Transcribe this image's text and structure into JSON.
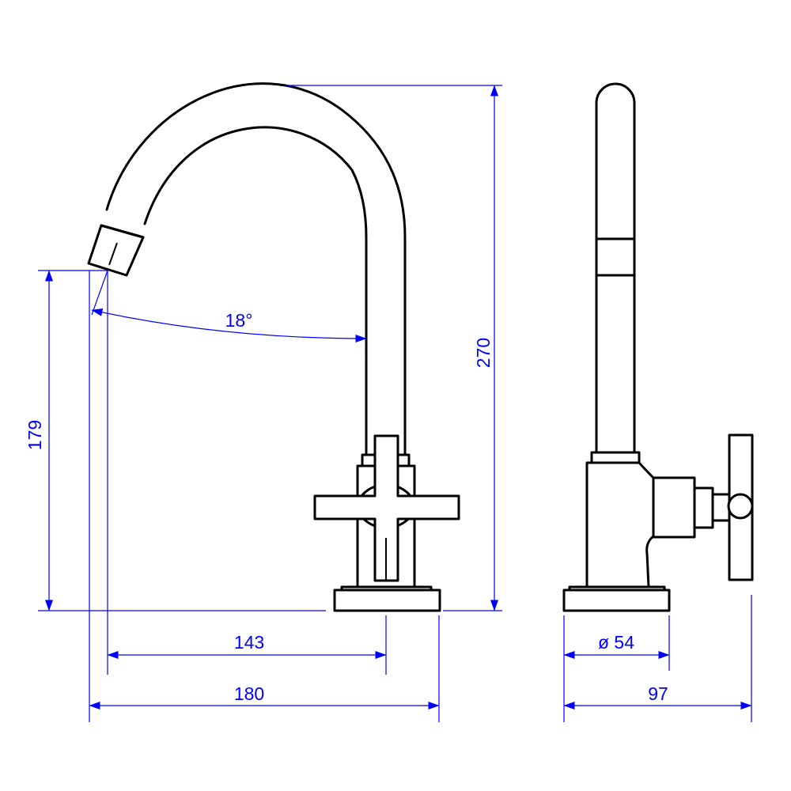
{
  "colors": {
    "outline": "#000000",
    "dimension": "#0000ff",
    "background": "#ffffff"
  },
  "dimensions": {
    "spout_angle": "18°",
    "overall_height": "270",
    "spout_outlet_height": "179",
    "spout_to_axis": "143",
    "overall_depth": "180",
    "base_diameter": "ø 54",
    "side_depth": "97"
  }
}
